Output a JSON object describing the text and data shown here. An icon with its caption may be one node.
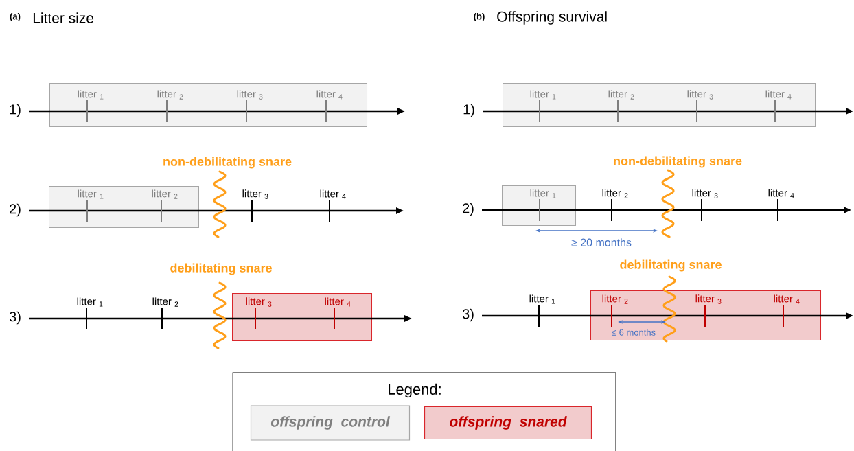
{
  "diagram": {
    "nodes": [
      {
        "text": [
          "litter $_{1}$",
          "litter $_{2}$",
          "litter $_{3}$",
          "litter $_{4}$"
        ]
      },
      {
        "text": [
          "litter $_{1}$",
          "litter $_{2}$"
        ]
      },
      {
        "text": [
          "litter $_{3}$",
          "litter $_{4}$"
        ]
      },
      {
        "text": [
          "litter $_{1}$",
          "litter $_{2}$",
          "litter $_{3}$",
          "litter $_{4}$"
        ]
      },
      {
        "text": [
          "litter $_{1}$"
        ]
      },
      {
        "text": [
          "litter $_{2}$",
          "litter $_{3}$",
          "litter $_{4}$"
        ]
      }
    ],
    "labels": [
      "(a)",
      "Litter size",
      "(b)",
      "Offspring survival",
      "1)",
      "non-debilitating snare",
      "2)",
      "litter $_{3}$",
      "litter $_{4}$",
      "debilitating snare",
      "3)",
      "litter $_{1}$",
      "litter $_{2}$",
      "1)",
      "non-debilitating snare",
      "2)",
      "litter $_{2}$",
      "litter $_{3}$",
      "litter $_{4}$",
      "≥ 20 months",
      "debilitating snare",
      "3)",
      "litter $_{1}$",
      "≤ 6 months",
      "Legend:"
    ],
    "legend": [
      {
        "text": "offspring_control",
        "color": "#f2f2f2"
      },
      {
        "text": "offspring_snared",
        "color": "#f2cbcc"
      }
    ]
  }
}
